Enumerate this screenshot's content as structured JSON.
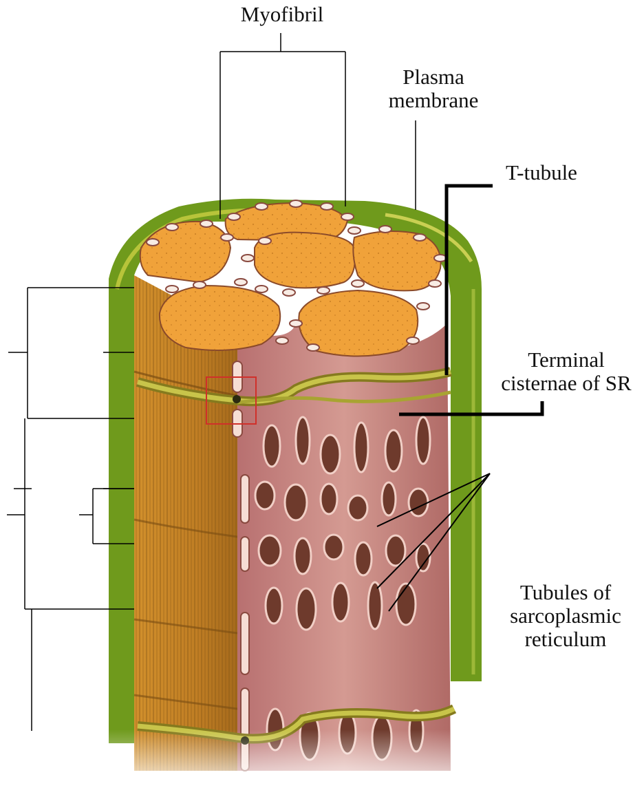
{
  "labels": {
    "myofibril": "Myofibril",
    "plasma_membrane": [
      "Plasma",
      "membrane"
    ],
    "t_tubule": "T-tubule",
    "terminal_cisternae": [
      "Terminal",
      "cisternae of SR"
    ],
    "sr_tubules": [
      "Tubules of",
      "sarcoplasmic",
      "reticulum"
    ]
  },
  "colors": {
    "membrane_green": "#6f9a1c",
    "membrane_light": "#b8c43a",
    "myofibril_orange": "#f0a23a",
    "myofibril_side": "#c98a2a",
    "sr_pink": "#c98686",
    "sr_pink_dark": "#7a3a30",
    "t_tubule": "#a8a432",
    "leader_line": "#000000",
    "highlight_box": "#d0302a"
  }
}
